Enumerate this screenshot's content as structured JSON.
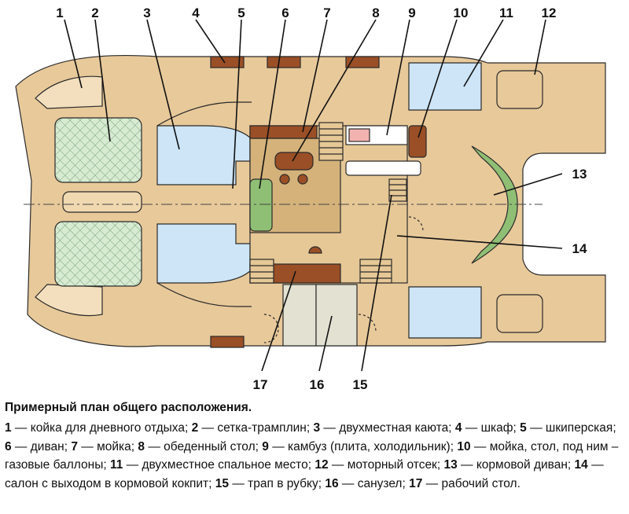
{
  "labels": [
    "1",
    "2",
    "3",
    "4",
    "5",
    "6",
    "7",
    "8",
    "9",
    "10",
    "11",
    "12",
    "13",
    "14",
    "15",
    "16",
    "17"
  ],
  "caption": {
    "title": "Примерный план общего расположения.",
    "items": [
      {
        "num": "1",
        "text": "койка для дневного отдыха"
      },
      {
        "num": "2",
        "text": "сетка-трамплин"
      },
      {
        "num": "3",
        "text": "двухместная каюта"
      },
      {
        "num": "4",
        "text": "шкаф"
      },
      {
        "num": "5",
        "text": "шкиперская"
      },
      {
        "num": "6",
        "text": "диван"
      },
      {
        "num": "7",
        "text": "мойка"
      },
      {
        "num": "8",
        "text": "обеденный стол"
      },
      {
        "num": "9",
        "text": "камбуз (плита, холодильник)"
      },
      {
        "num": "10",
        "text": "мойка, стол, под ним – газовые баллоны"
      },
      {
        "num": "11",
        "text": "двухместное спальное место"
      },
      {
        "num": "12",
        "text": "моторный отсек"
      },
      {
        "num": "13",
        "text": "кормовой диван"
      },
      {
        "num": "14",
        "text": "салон с выходом в кормовой кокпит"
      },
      {
        "num": "15",
        "text": "трап в рубку"
      },
      {
        "num": "16",
        "text": "санузел"
      },
      {
        "num": "17",
        "text": "рабочий стол"
      }
    ]
  },
  "colors": {
    "hull": "#e8c99a",
    "cabin": "#cde5f6",
    "furniture": "#9a4f26",
    "sofa": "#8fbf74",
    "salon": "#d4b27a",
    "sanitary": "#e2e1d2",
    "net": "#c9e3c4"
  }
}
